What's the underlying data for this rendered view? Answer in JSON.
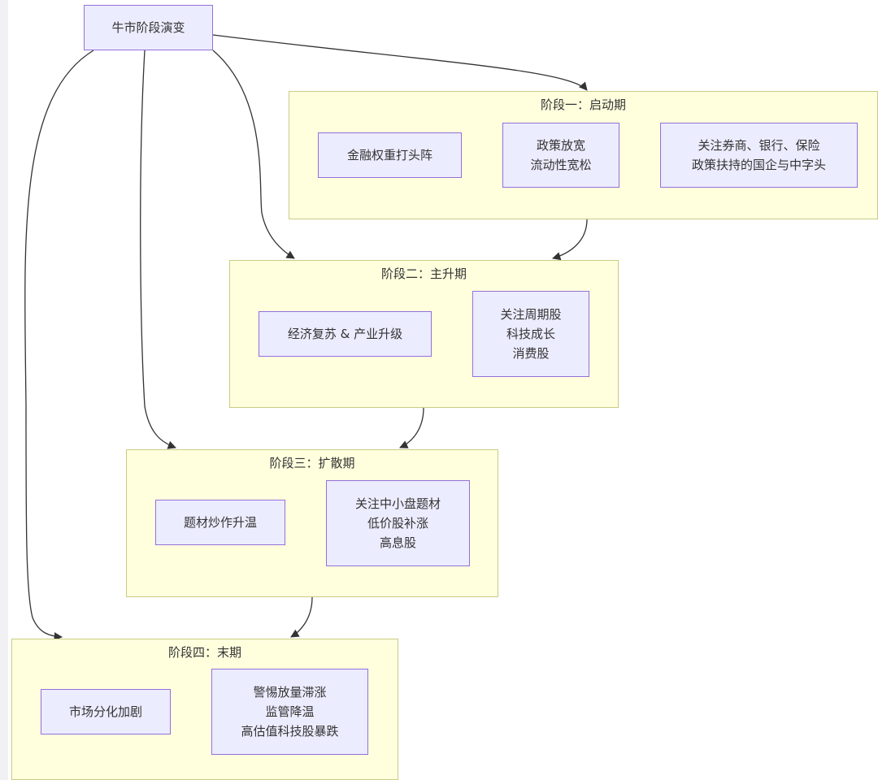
{
  "root": {
    "label": "牛市阶段演变"
  },
  "stages": [
    {
      "title": "阶段一：启动期",
      "nodes": [
        "金融权重打头阵",
        "政策放宽\n流动性宽松",
        "关注券商、银行、保险\n政策扶持的国企与中字头"
      ]
    },
    {
      "title": "阶段二：主升期",
      "nodes": [
        "经济复苏 & 产业升级",
        "关注周期股\n科技成长\n消费股"
      ]
    },
    {
      "title": "阶段三：扩散期",
      "nodes": [
        "题材炒作升温",
        "关注中小盘题材\n低价股补涨\n高息股"
      ]
    },
    {
      "title": "阶段四：末期",
      "nodes": [
        "市场分化加剧",
        "警惕放量滞涨\n监管降温\n高估值科技股暴跌"
      ]
    }
  ],
  "colors": {
    "node_fill": "#ececff",
    "node_stroke": "#9370db",
    "cluster_fill": "#ffffde",
    "cluster_stroke": "#c9cc86",
    "edge": "#333333"
  }
}
